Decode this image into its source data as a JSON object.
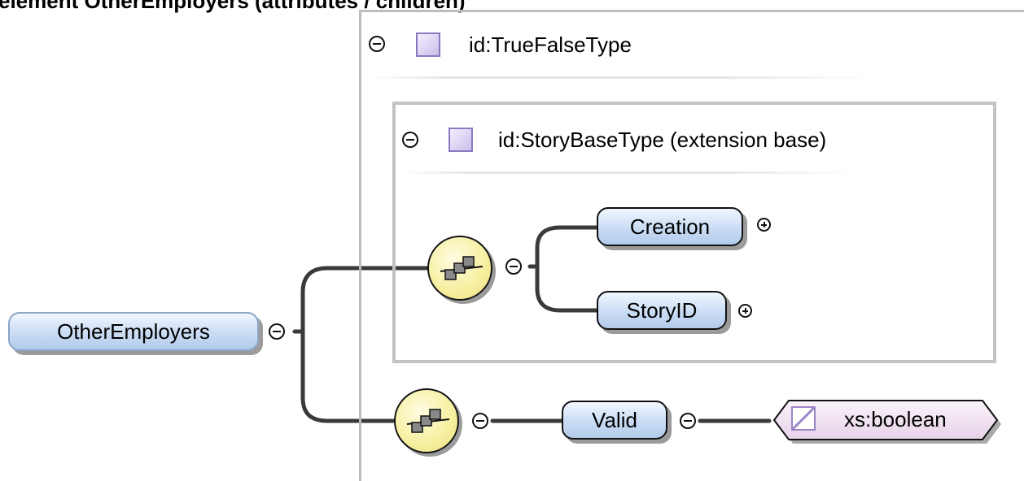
{
  "diagram": {
    "title": "element OtherEmployers (attributes / children)",
    "outer_type": "id:TrueFalseType",
    "inner_type": "id:StoryBaseType (extension base)",
    "root_element": "OtherEmployers",
    "children": [
      {
        "name": "Creation",
        "expandable": true
      },
      {
        "name": "StoryID",
        "expandable": true
      }
    ],
    "valid_element": "Valid",
    "valid_type": "xs:boolean",
    "colors": {
      "element_fill": "#c9dcf4",
      "sequence_fill": "#f6ef9f",
      "simple_type_fill": "#f1e3f1",
      "type_icon_fill": "#cbbde8",
      "connector": "#333333"
    }
  }
}
